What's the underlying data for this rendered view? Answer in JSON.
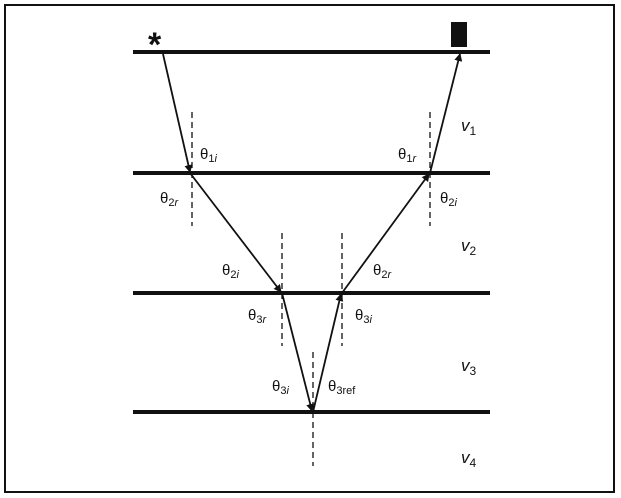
{
  "diagram": {
    "layers": [
      {
        "velocity_base": "v",
        "velocity_sub": "1"
      },
      {
        "velocity_base": "v",
        "velocity_sub": "2"
      },
      {
        "velocity_base": "v",
        "velocity_sub": "3"
      },
      {
        "velocity_base": "v",
        "velocity_sub": "4"
      }
    ],
    "angles": {
      "theta1i": {
        "base": "θ",
        "sub": "1",
        "subi": "i"
      },
      "theta2r_left": {
        "base": "θ",
        "sub": "2",
        "subi": "r"
      },
      "theta1r": {
        "base": "θ",
        "sub": "1",
        "subi": "r"
      },
      "theta2i_right": {
        "base": "θ",
        "sub": "2",
        "subi": "i"
      },
      "theta2i_mid": {
        "base": "θ",
        "sub": "2",
        "subi": "i"
      },
      "theta2r_mid": {
        "base": "θ",
        "sub": "2",
        "subi": "r"
      },
      "theta3r": {
        "base": "θ",
        "sub": "3",
        "subi": "r"
      },
      "theta3i_right": {
        "base": "θ",
        "sub": "3",
        "subi": "i"
      },
      "theta3i_bottom": {
        "base": "θ",
        "sub": "3",
        "subi": "i"
      },
      "theta3ref": {
        "base": "θ",
        "sub": "3ref",
        "subi": ""
      }
    },
    "source_symbol": "*",
    "receiver_icon": "square-receiver-icon",
    "colors": {
      "line": "#111111",
      "background": "#ffffff"
    }
  }
}
